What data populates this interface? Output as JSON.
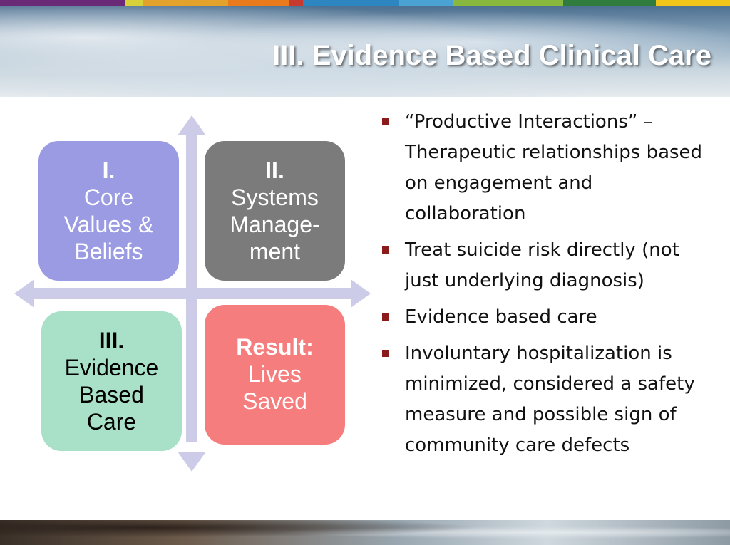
{
  "title": "III. Evidence Based Clinical Care",
  "color_strip": [
    "#6b2a77",
    "#d8d23a",
    "#e3a22c",
    "#ea7b1d",
    "#c83a2f",
    "#2e86c1",
    "#4ba3d4",
    "#88b83e",
    "#2f7c3e",
    "#f0c419"
  ],
  "quadrants": {
    "q1": {
      "number": "I.",
      "lines": [
        "Core",
        "Values &",
        "Beliefs"
      ],
      "color": "#9b9be3"
    },
    "q2": {
      "number": "II.",
      "lines": [
        "Systems",
        "Manage-",
        "ment"
      ],
      "color": "#7b7b7b"
    },
    "q3": {
      "number": "III.",
      "lines": [
        "Evidence",
        "Based",
        "Care"
      ],
      "color": "#a8e0c8"
    },
    "q4": {
      "number": "Result:",
      "lines": [
        "Lives",
        "Saved"
      ],
      "color": "#f67d7d"
    }
  },
  "bullets": [
    "“Productive Interactions” – Therapeutic relationships based on engagement and collaboration",
    "Treat suicide risk directly (not just underlying diagnosis)",
    "Evidence based care",
    "Involuntary hospitalization is minimized, considered a safety measure and possible sign of community care defects"
  ],
  "bullet_marker": "square-bullet-icon",
  "bullet_color": "#8b1a1a",
  "arrow_color": "#cccce8"
}
